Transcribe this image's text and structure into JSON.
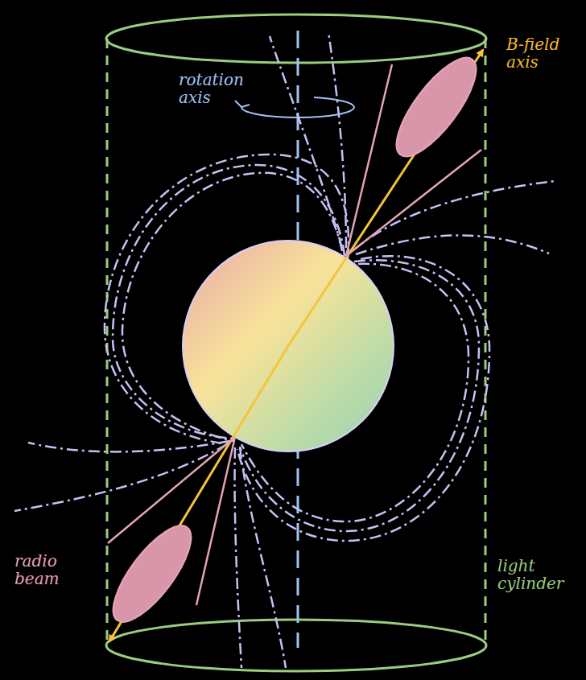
{
  "diagram": {
    "labels": [
      "rotation axis",
      "B-field axis",
      "radio beam",
      "light cylinder"
    ]
  }
}
